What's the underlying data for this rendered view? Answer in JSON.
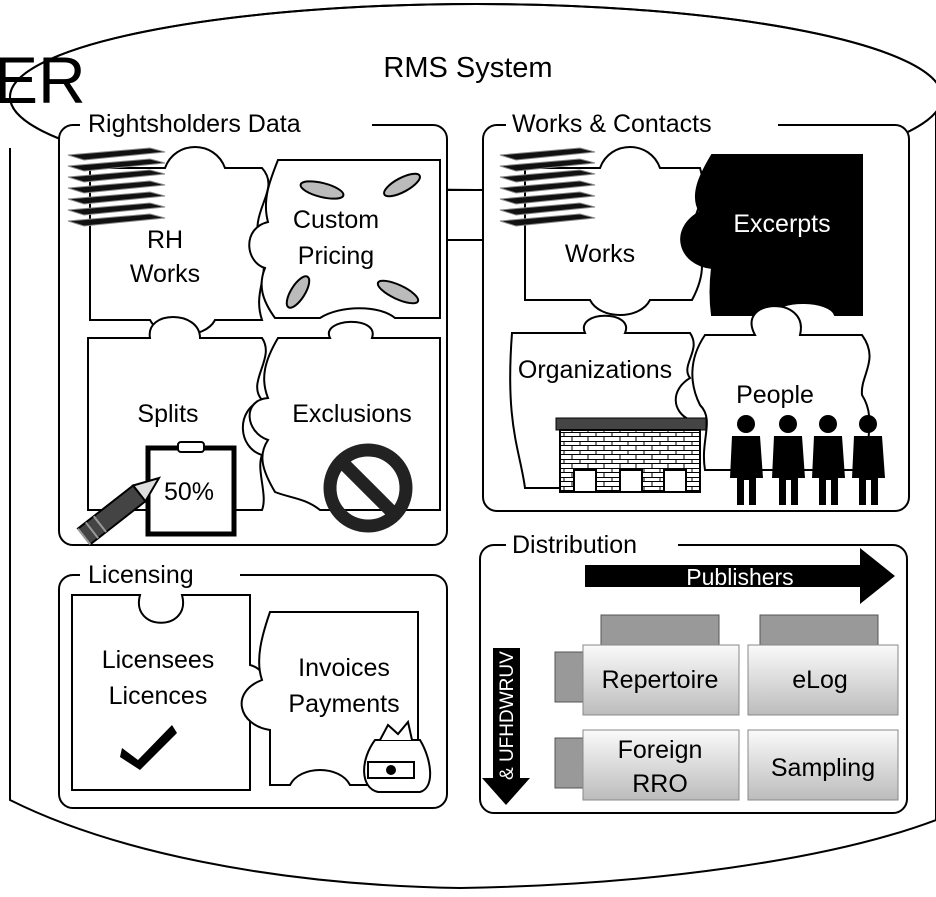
{
  "title": "RMS System",
  "partial_text": "ER",
  "sections": {
    "rightsholders": {
      "label": "Rightsholders Data",
      "pieces": {
        "rh_works": [
          "RH",
          "Works"
        ],
        "custom_pricing": [
          "Custom",
          "Pricing"
        ],
        "splits": "Splits",
        "exclusions": "Exclusions"
      },
      "clipboard_value": "50%"
    },
    "works_contacts": {
      "label": "Works & Contacts",
      "pieces": {
        "works": "Works",
        "excerpts": "Excerpts",
        "organizations": "Organizations",
        "people": "People"
      }
    },
    "licensing": {
      "label": "Licensing",
      "pieces": {
        "licensees": [
          "Licensees",
          "Licences"
        ],
        "invoices": [
          "Invoices",
          "Payments"
        ]
      }
    },
    "distribution": {
      "label": "Distribution",
      "arrow_right": "Publishers",
      "arrow_down": "& UFHDWRUV",
      "boxes": {
        "repertoire": "Repertoire",
        "elog": "eLog",
        "foreign_rro": [
          "Foreign",
          "RRO"
        ],
        "sampling": "Sampling"
      }
    }
  },
  "icons": [
    "paper-stack-icon",
    "coin-icon",
    "clipboard-icon",
    "pencil-icon",
    "no-sign-icon",
    "building-icon",
    "people-icon",
    "checkmark-icon",
    "money-bag-icon"
  ]
}
